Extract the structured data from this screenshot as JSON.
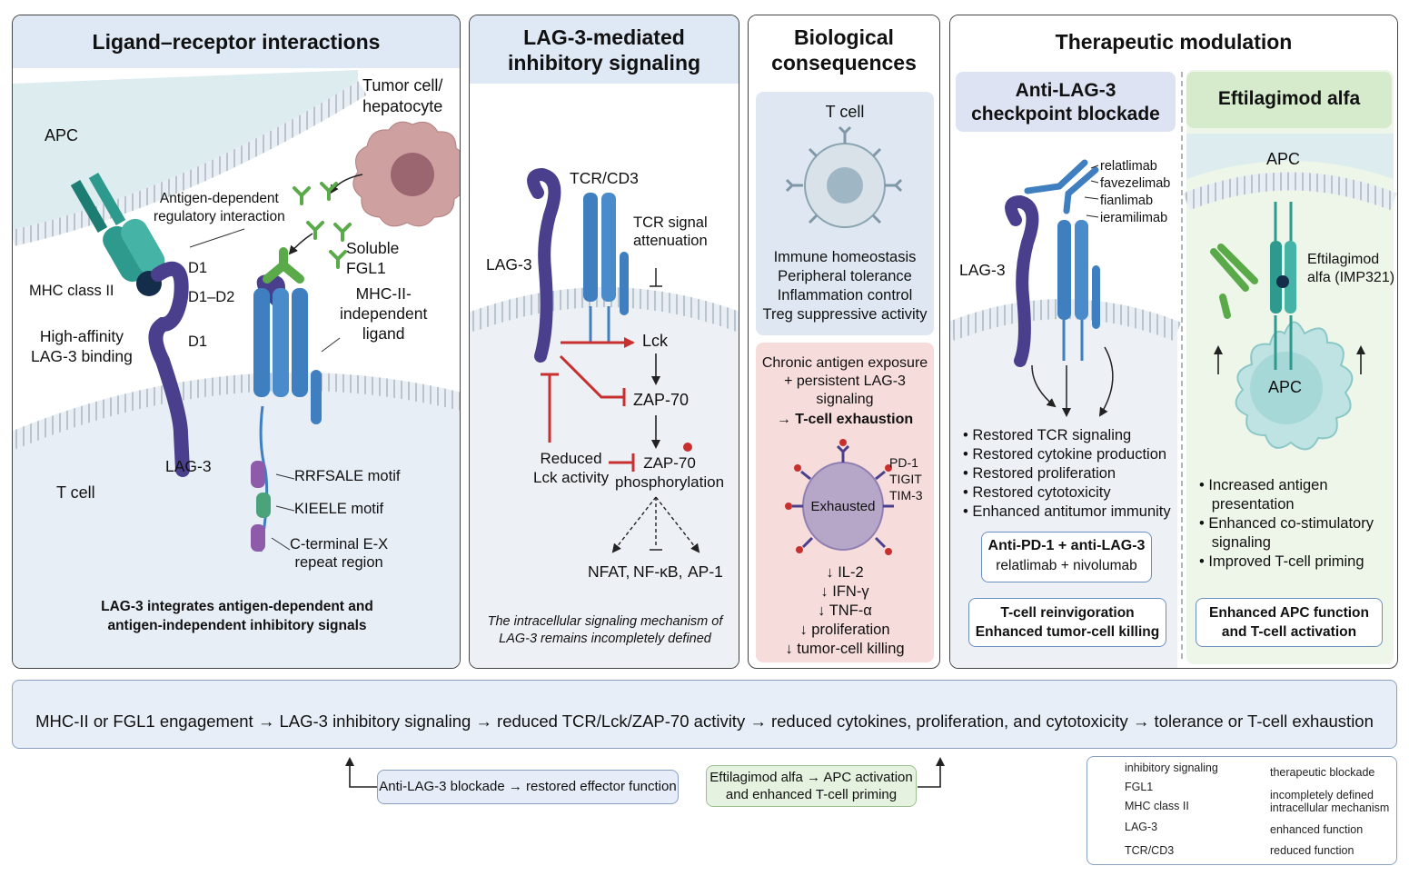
{
  "panel1": {
    "title": "Ligand–receptor interactions",
    "apc": "APC",
    "tumor": "Tumor cell/\nhepatocyte",
    "antigen_dep": "Antigen-dependent\nregulatory interaction",
    "soluble": "Soluble\nFGL1",
    "mhc": "MHC class II",
    "d1": "D1",
    "d1d2": "D1–D2",
    "d1b": "D1",
    "high_aff": "High-affinity\nLAG-3 binding",
    "mhc_indep": "MHC-II-\nindependent\nligand",
    "lag3": "LAG-3",
    "tcell": "T cell",
    "rrfsale": "RRFSALE motif",
    "kieele": "KIEELE motif",
    "cterm": "C-terminal E-X\nrepeat region",
    "footer": "LAG-3 integrates antigen-dependent and\nantigen-independent inhibitory signals"
  },
  "panel2": {
    "title": "LAG-3-mediated\ninhibitory signaling",
    "tcr": "TCR/CD3",
    "tcr_att": "TCR signal\nattenuation",
    "lag3": "LAG-3",
    "lck": "Lck",
    "zap70": "ZAP-70",
    "zap70p": "ZAP-70\nphosphorylation",
    "reduced_lck": "Reduced\nLck activity",
    "nfat": "NFAT,",
    "nfkb": "NF-κB,",
    "ap1": "AP-1",
    "footer": "The intracellular signaling mechanism of\nLAG-3 remains incompletely defined"
  },
  "panel3": {
    "title": "Biological\nconsequences",
    "tcell": "T cell",
    "homeo": [
      "Immune homeostasis",
      "Peripheral tolerance",
      "Inflammation control",
      "Treg suppressive activity"
    ],
    "chronic": "Chronic antigen exposure\n+ persistent LAG-3\nsignaling",
    "exh_arrow": "→ T-cell exhaustion",
    "exhausted": "Exhausted",
    "pd1": "PD-1",
    "tigit": "TIGIT",
    "tim3": "TIM-3",
    "down": [
      "↓ IL-2",
      "↓ IFN-γ",
      "↓ TNF-α",
      "↓ proliferation",
      "↓ tumor-cell killing"
    ]
  },
  "panel4": {
    "title": "Therapeutic modulation",
    "anti_title": "Anti-LAG-3\ncheckpoint blockade",
    "effti_title": "Eftilagimod alfa",
    "drugs": [
      "relatlimab",
      "favezelimab",
      "fianlimab",
      "ieramilimab"
    ],
    "lag3": "LAG-3",
    "restored": [
      "• Restored TCR signaling",
      "• Restored cytokine production",
      "• Restored proliferation",
      "• Restored cytotoxicity",
      "• Enhanced antitumor immunity"
    ],
    "combo_title": "Anti-PD-1 + anti-LAG-3",
    "combo_sub": "relatlimab + nivolumab",
    "reinvig": "T-cell reinvigoration\nEnhanced tumor-cell killing",
    "apc": "APC",
    "apc_cell": "APC",
    "effti_label": "Eftilagimod\nalfa (IMP321)",
    "increased": [
      "• Increased antigen\n   presentation",
      "• Enhanced co-stimulatory\n   signaling",
      "• Improved T-cell priming"
    ],
    "enhanced_apc": "Enhanced APC function\nand T-cell activation"
  },
  "bottom": {
    "summary": "MHC-II or FGL1 engagement → LAG-3 inhibitory signaling → reduced TCR/Lck/ZAP-70 activity → reduced cytokines, proliferation, and cytotoxicity → tolerance or T-cell exhaustion",
    "blockade": "Anti-LAG-3 blockade → restored effector function",
    "effti": "Eftilagimod alfa → APC activation\nand enhanced T-cell priming"
  },
  "legend": {
    "inhib": "inhibitory signaling",
    "fgl1": "FGL1",
    "mhc": "MHC class II",
    "lag3": "LAG-3",
    "tcr": "TCR/CD3",
    "ther": "therapeutic blockade",
    "incomplete": "incompletely defined\nintracellular mechanism",
    "enh": "enhanced function",
    "red": "reduced function"
  },
  "colors": {
    "inhibitory": "#c8302f",
    "fgl1": "#5aaa4a",
    "mhc": "#2e9a8e",
    "lag3": "#4a3f8c",
    "tcr": "#3f7fc0"
  }
}
